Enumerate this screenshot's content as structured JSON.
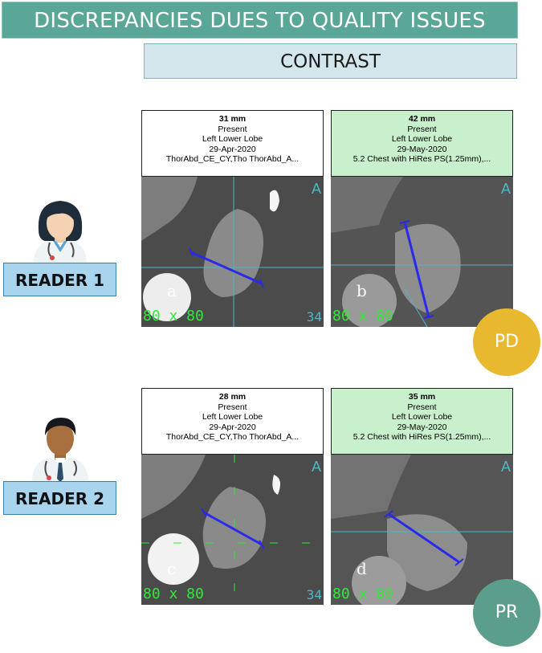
{
  "title": "DISCREPANCIES DUES TO QUALITY ISSUES",
  "subtitle": "CONTRAST",
  "readers": [
    {
      "label": "READER 1"
    },
    {
      "label": "READER 2"
    }
  ],
  "panels": {
    "a": {
      "size": "31 mm",
      "status": "Present",
      "location": "Left Lower Lobe",
      "date": "29-Apr-2020",
      "series": "ThorAbd_CE_CY,Tho ThorAbd_A...",
      "letter": "a",
      "zoom": "80 x 80",
      "slice": "34",
      "orient": "A"
    },
    "b": {
      "size": "42 mm",
      "status": "Present",
      "location": "Left Lower Lobe",
      "date": "29-May-2020",
      "series": "5.2 Chest with HiRes PS(1.25mm),...",
      "letter": "b",
      "zoom": "80 x 80",
      "slice": "",
      "orient": "A"
    },
    "c": {
      "size": "28 mm",
      "status": "Present",
      "location": "Left Lower Lobe",
      "date": "29-Apr-2020",
      "series": "ThorAbd_CE_CY,Tho ThorAbd_A...",
      "letter": "c",
      "zoom": "80 x 80",
      "slice": "34",
      "orient": "A"
    },
    "d": {
      "size": "35 mm",
      "status": "Present",
      "location": "Left Lower Lobe",
      "date": "29-May-2020",
      "series": "5.2 Chest with HiRes PS(1.25mm),...",
      "letter": "d",
      "zoom": "80 x 80",
      "slice": "",
      "orient": "A"
    }
  },
  "badges": {
    "r1": {
      "text": "PD",
      "color": "#e8b92f"
    },
    "r2": {
      "text": "PR",
      "color": "#5b9e8d"
    }
  },
  "colors": {
    "title_bg": "#5aa798",
    "sub_bg": "#d3e6ec",
    "reader_bg": "#a8d4ee",
    "measure_line": "#2a2ae8",
    "crosshair": "#4fb7c5"
  }
}
